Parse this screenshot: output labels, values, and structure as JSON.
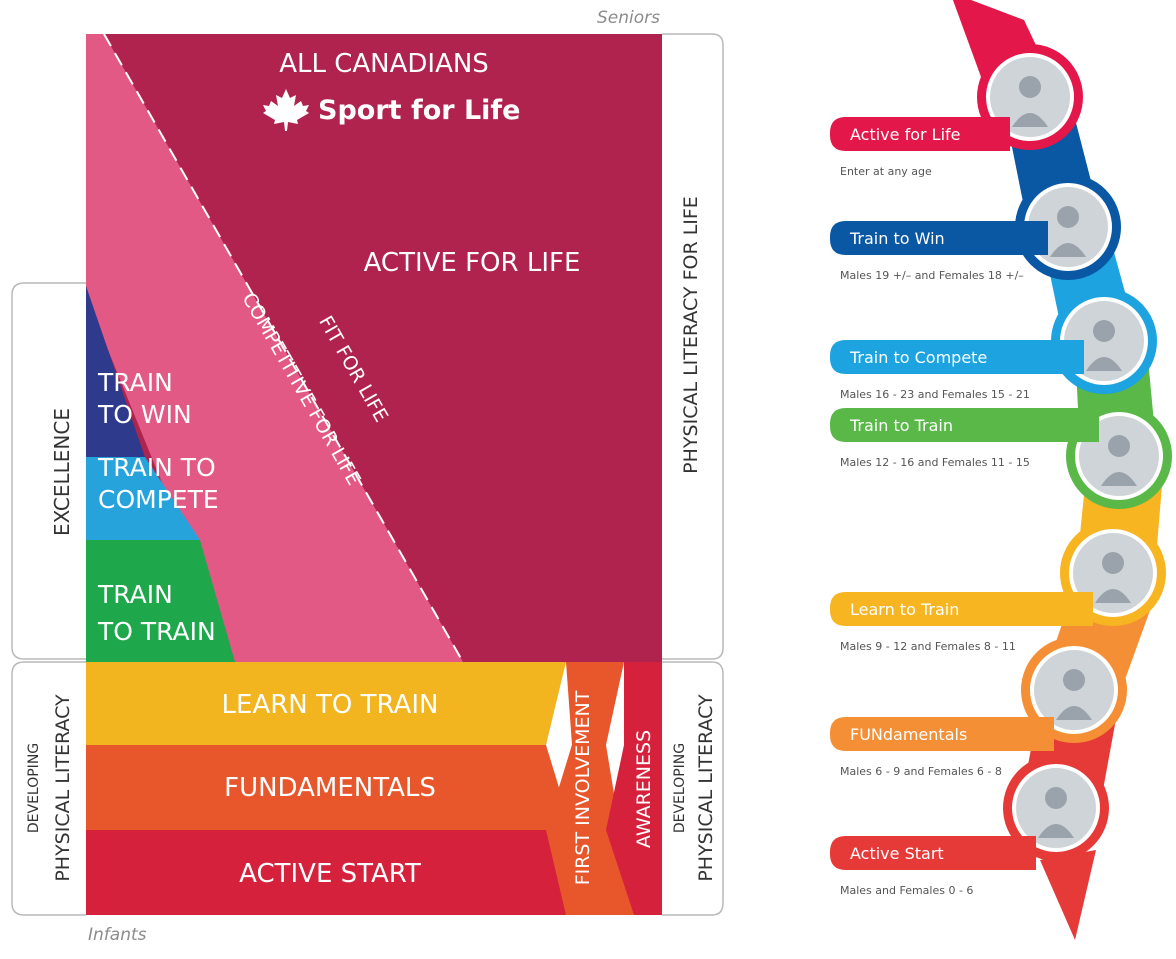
{
  "top_caption": "Seniors",
  "bottom_caption": "Infants",
  "colors": {
    "maroon": "#b0234f",
    "pink": "#e25985",
    "navy": "#2e3a8c",
    "lightblue": "#27a3dc",
    "green": "#1ea84b",
    "yellow": "#f2b41f",
    "orange": "#e8572b",
    "red": "#d6213d",
    "active_for_life_ribbon": "#e3174a",
    "train_to_win_ribbon": "#0a57a4",
    "train_to_compete_ribbon": "#1da3e0",
    "train_to_train_ribbon": "#59b847",
    "learn_to_train_ribbon": "#f6b521",
    "fundamentals_ribbon": "#f58f36",
    "active_start_ribbon": "#e63a39"
  },
  "left_diagram": {
    "header_line1": "ALL CANADIANS",
    "logo_text": "Sport for Life",
    "active_for_life": "ACTIVE FOR LIFE",
    "fit_for_life": "FIT FOR LIFE",
    "competitive_for_life": "COMPETITIVE FOR LIFE",
    "train_to_win": [
      "TRAIN",
      "TO WIN"
    ],
    "train_to_compete": [
      "TRAIN TO",
      "COMPETE"
    ],
    "train_to_train": [
      "TRAIN",
      "TO TRAIN"
    ],
    "learn_to_train": "LEARN TO TRAIN",
    "fundamentals": "FUNDAMENTALS",
    "active_start": "ACTIVE START",
    "first_involvement": "FIRST INVOLVEMENT",
    "awareness": "AWARENESS",
    "excellence": "EXCELLENCE",
    "physical_literacy_for_life": "PHYSICAL LITERACY FOR LIFE",
    "developing_left": [
      "DEVELOPING",
      "PHYSICAL LITERACY"
    ],
    "developing_right": [
      "DEVELOPING",
      "PHYSICAL LITERACY"
    ]
  },
  "right_stages": [
    {
      "label": "Active for Life",
      "ages": "Enter at any age",
      "color_key": "active_for_life_ribbon"
    },
    {
      "label": "Train to Win",
      "ages": "Males 19 +/– and Females 18 +/–",
      "color_key": "train_to_win_ribbon"
    },
    {
      "label": "Train to Compete",
      "ages": "Males 16 - 23 and Females 15 - 21",
      "color_key": "train_to_compete_ribbon"
    },
    {
      "label": "Train to Train",
      "ages": "Males 12 - 16 and Females 11 - 15",
      "color_key": "train_to_train_ribbon"
    },
    {
      "label": "Learn to Train",
      "ages": "Males 9 - 12 and Females 8 - 11",
      "color_key": "learn_to_train_ribbon"
    },
    {
      "label": "FUNdamentals",
      "ages": "Males 6 - 9 and Females 6 - 8",
      "color_key": "fundamentals_ribbon"
    },
    {
      "label": "Active Start",
      "ages": "Males and Females 0 - 6",
      "color_key": "active_start_ribbon"
    }
  ]
}
